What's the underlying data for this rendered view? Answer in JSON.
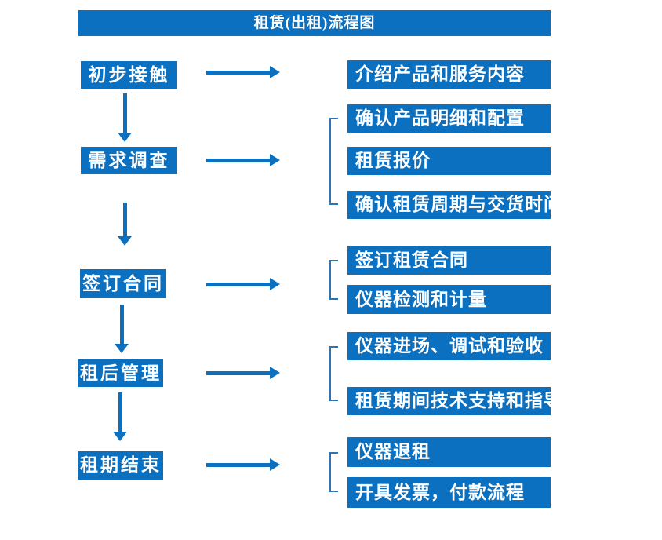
{
  "title": "租赁(出租)流程图",
  "colors": {
    "primary": "#0C70C0",
    "bracket": "#2E75B6",
    "box_text": "#FFFFFF",
    "background": "#FFFFFF"
  },
  "steps": [
    {
      "label": "初步接触",
      "substeps": [
        "介绍产品和服务内容"
      ]
    },
    {
      "label": "需求调查",
      "substeps": [
        "确认产品明细和配置",
        "租赁报价",
        "确认租赁周期与交货时间"
      ]
    },
    {
      "label": "签订合同",
      "substeps": [
        "签订租赁合同",
        "仪器检测和计量"
      ]
    },
    {
      "label": "租后管理",
      "substeps": [
        "仪器进场、调试和验收",
        "租赁期间技术支持和指导"
      ]
    },
    {
      "label": "租期结束",
      "substeps": [
        "仪器退租",
        "开具发票，付款流程"
      ]
    }
  ]
}
